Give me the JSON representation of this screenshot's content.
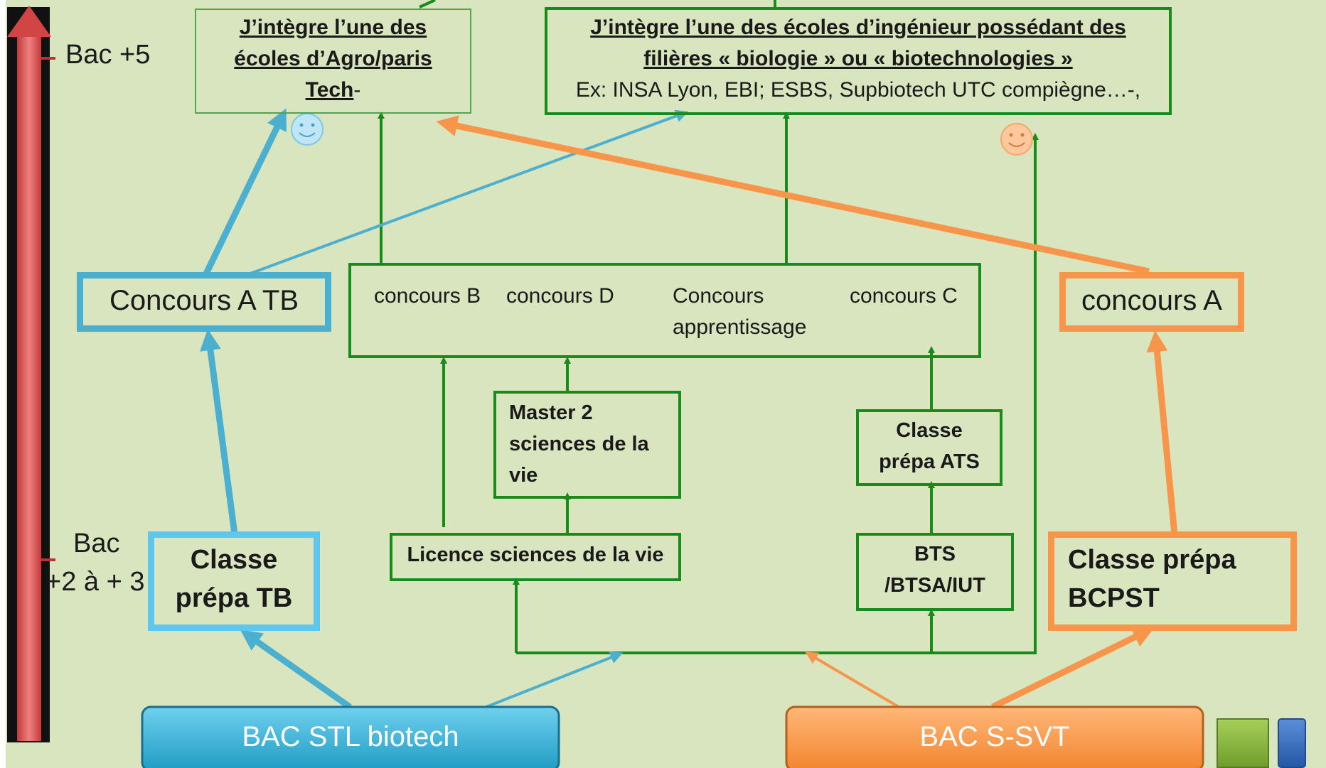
{
  "scale": {
    "top_label": "Bac +5",
    "mid_label_line1": "Bac",
    "mid_label_line2": "+2 à + 3"
  },
  "top_boxes": {
    "agro": {
      "line1": "J’intègre l’une des",
      "line2": "écoles d’Agro/paris",
      "line3": "Tech",
      "line3_suffix": "-"
    },
    "ingenieur": {
      "line1": "J’intègre l’une des  écoles d’ingénieur  possédant des",
      "line2": "filières « biologie » ou « biotechnologies »",
      "line3": "Ex: INSA  Lyon, EBI; ESBS, Supbiotech UTC compiègne…-,"
    }
  },
  "concours": {
    "a_tb": "Concours A TB",
    "b": "concours B",
    "d": "concours D",
    "apprentissage_line1": "Concours",
    "apprentissage_line2": "apprentissage",
    "c": "concours C",
    "a": "concours A"
  },
  "mid_boxes": {
    "master_line1": "Master 2",
    "master_line2": "sciences de la",
    "master_line3": "vie",
    "ats_line1": "Classe",
    "ats_line2": "prépa ATS",
    "licence": "Licence sciences de la vie",
    "bts_line1": "BTS",
    "bts_line2": "/BTSA/IUT"
  },
  "prepa": {
    "tb_line1": "Classe",
    "tb_line2": "prépa TB",
    "bcpst_line1": "Classe prépa",
    "bcpst_line2": "BCPST"
  },
  "bac": {
    "stl": "BAC STL biotech",
    "svt": "BAC S-SVT"
  },
  "colors": {
    "background": "#d9e5bf",
    "green": "#1a8a1a",
    "blue": "#4bb0cf",
    "light_blue": "#5fc6ee",
    "orange": "#f7954a",
    "red_arrow": "#e05a5a",
    "bac_stl": "#3fb4d8",
    "bac_svt": "#f99a4c"
  },
  "icons": [
    "smiley-blue-icon",
    "smiley-orange-icon",
    "legend-green-square-icon",
    "legend-blue-rect-icon"
  ]
}
